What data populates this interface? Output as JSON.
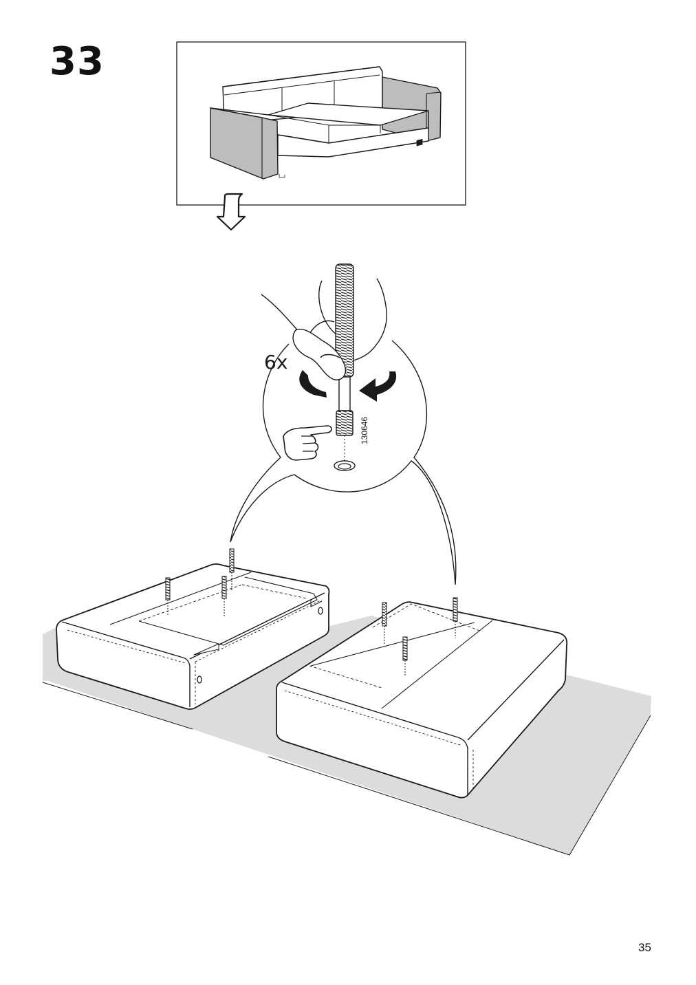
{
  "step": {
    "number": "33"
  },
  "detail": {
    "quantity": "6x",
    "part_number": "130646"
  },
  "page": {
    "number": "35"
  },
  "colors": {
    "line": "#1a1a1a",
    "fabric_gray": "#bdbdbd",
    "floor_gray": "#dcdcdc",
    "arrow_dark": "#1a1a1a"
  },
  "icons": [
    "down-arrow-icon",
    "rotate-clockwise-icon",
    "pointing-hand-icon"
  ]
}
